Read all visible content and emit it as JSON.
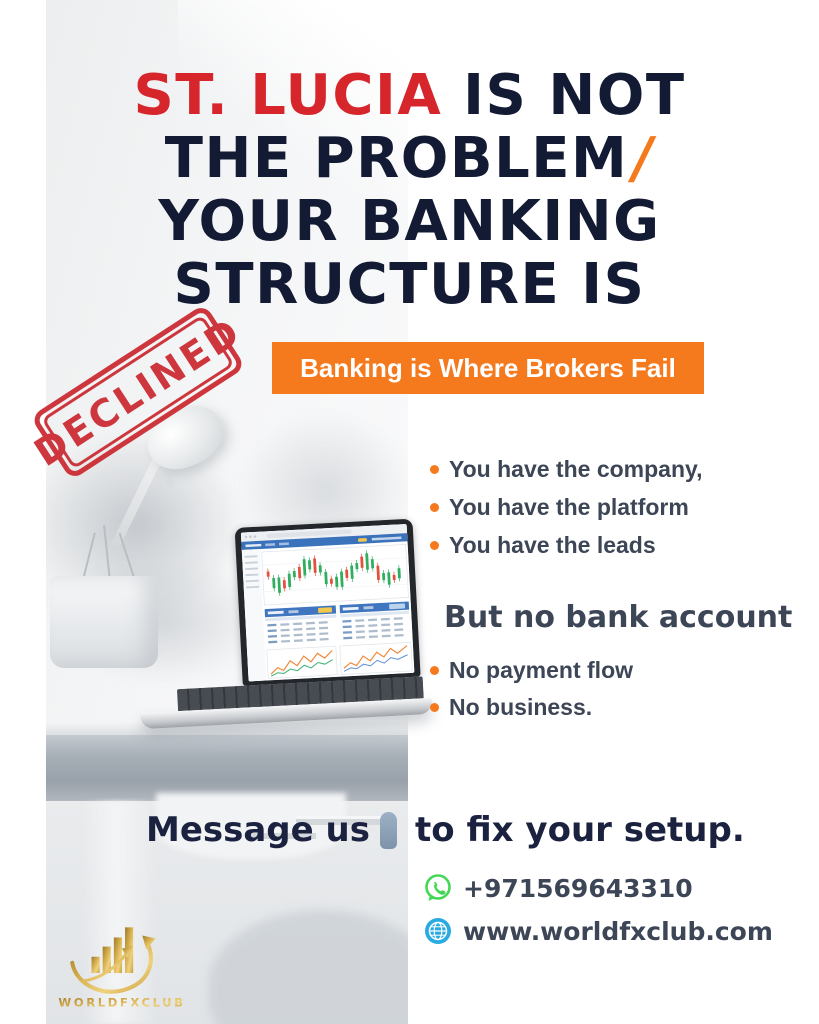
{
  "poster": {
    "headline": {
      "accent": "ST. LUCIA",
      "rest_line1": " IS NOT",
      "line2": "THE PROBLEM",
      "slash": "/",
      "line3": "YOUR BANKING",
      "line4": "STRUCTURE IS"
    },
    "banner": {
      "label": "Banking is Where Brokers Fail"
    },
    "stamp": {
      "label": "DECLINED"
    },
    "have_list": {
      "items": [
        "You have the company,",
        "You have the platform",
        "You have the leads"
      ]
    },
    "gap": {
      "heading": "But no bank account",
      "items": [
        "No payment flow",
        "No business."
      ]
    },
    "cta": {
      "before_icon": "Message us",
      "after_icon": "to fix your setup."
    },
    "contact": {
      "whatsapp_number": "+971569643310",
      "website": "www.worldfxclub.com"
    },
    "logo": {
      "brand": "WORLDFXCLUB"
    },
    "colors": {
      "accent_red": "#d6252b",
      "navy": "#131a33",
      "orange": "#f5791d",
      "slate": "#3d4656",
      "stamp_red": "#cb2b31",
      "whatsapp_green": "#43d854",
      "globe_blue": "#29abe2",
      "gold": "#c49a3a"
    }
  }
}
